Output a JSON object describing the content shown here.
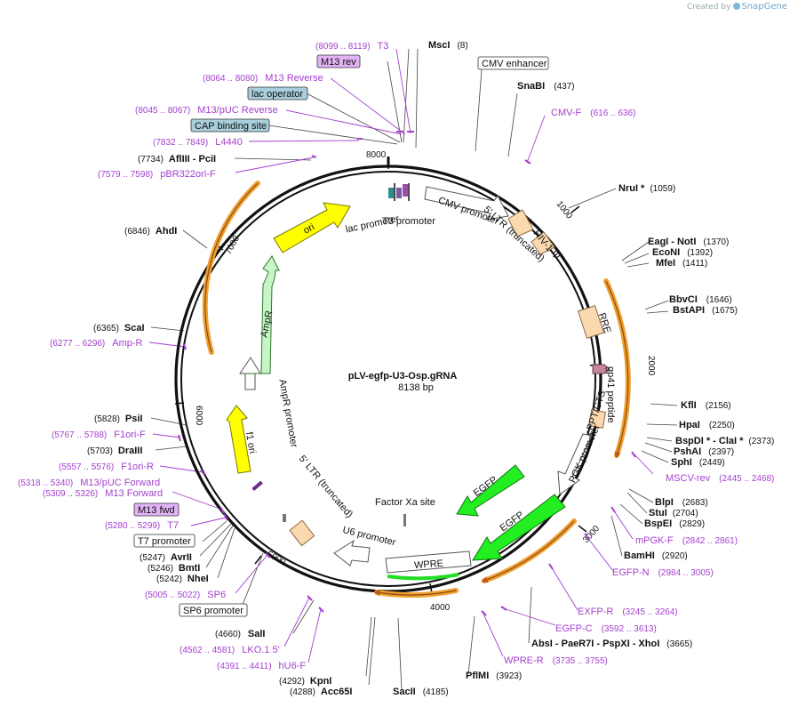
{
  "header": {
    "created_by": "Created by",
    "product": "SnapGene"
  },
  "plasmid": {
    "name": "pLV-egfp-U3-Osp.gRNA",
    "size_label": "8138 bp",
    "length": 8138
  },
  "ticks": [
    "1000",
    "2000",
    "3000",
    "4000",
    "5000",
    "6000",
    "7000",
    "8000"
  ],
  "sites": [
    {
      "name": "MscI",
      "pos": "(8)"
    },
    {
      "name": "SnaBI",
      "pos": "(437)"
    },
    {
      "name": "NruI *",
      "pos": "(1059)"
    },
    {
      "name": "EagI - NotI",
      "pos": "(1370)"
    },
    {
      "name": "EcoNI",
      "pos": "(1392)"
    },
    {
      "name": "MfeI",
      "pos": "(1411)"
    },
    {
      "name": "BbvCI",
      "pos": "(1646)"
    },
    {
      "name": "BstAPI",
      "pos": "(1675)"
    },
    {
      "name": "KflI",
      "pos": "(2156)"
    },
    {
      "name": "HpaI",
      "pos": "(2250)"
    },
    {
      "name": "BspDI * - ClaI *",
      "pos": "(2373)"
    },
    {
      "name": "PshAI",
      "pos": "(2397)"
    },
    {
      "name": "SphI",
      "pos": "(2449)"
    },
    {
      "name": "BlpI",
      "pos": "(2683)"
    },
    {
      "name": "StuI",
      "pos": "(2704)"
    },
    {
      "name": "BspEI",
      "pos": "(2829)"
    },
    {
      "name": "BamHI",
      "pos": "(2920)"
    },
    {
      "name": "AbsI - PaeR7I - PspXI - XhoI",
      "pos": "(3665)"
    },
    {
      "name": "PflMI",
      "pos": "(3923)"
    },
    {
      "name": "SacII",
      "pos": "(4185)"
    },
    {
      "name": "Acc65I",
      "pos": "(4288)"
    },
    {
      "name": "KpnI",
      "pos": "(4292)"
    },
    {
      "name": "SalI",
      "pos": "(4660)"
    },
    {
      "name": "NheI",
      "pos": "(5242)"
    },
    {
      "name": "BmtI",
      "pos": "(5246)"
    },
    {
      "name": "AvrII",
      "pos": "(5247)"
    },
    {
      "name": "DraIII",
      "pos": "(5703)"
    },
    {
      "name": "PsiI",
      "pos": "(5828)"
    },
    {
      "name": "ScaI",
      "pos": "(6365)"
    },
    {
      "name": "AhdI",
      "pos": "(6846)"
    },
    {
      "name": "AflIII - PciI",
      "pos": "(7734)"
    }
  ],
  "primers": [
    {
      "name": "T3",
      "pos": "(8099 .. 8119)"
    },
    {
      "name": "M13 Reverse",
      "pos": "(8064 .. 8080)"
    },
    {
      "name": "M13/pUC Reverse",
      "pos": "(8045 .. 8067)"
    },
    {
      "name": "L4440",
      "pos": "(7832 .. 7849)"
    },
    {
      "name": "pBR322ori-F",
      "pos": "(7579 .. 7598)"
    },
    {
      "name": "Amp-R",
      "pos": "(6277 .. 6296)"
    },
    {
      "name": "F1ori-F",
      "pos": "(5767 .. 5788)"
    },
    {
      "name": "F1ori-R",
      "pos": "(5557 .. 5576)"
    },
    {
      "name": "M13/pUC Forward",
      "pos": "(5318 .. 5340)"
    },
    {
      "name": "M13 Forward",
      "pos": "(5309 .. 5326)"
    },
    {
      "name": "T7",
      "pos": "(5280 .. 5299)"
    },
    {
      "name": "SP6",
      "pos": "(5005 .. 5022)"
    },
    {
      "name": "LKO.1 5'",
      "pos": "(4562 .. 4581)"
    },
    {
      "name": "hU6-F",
      "pos": "(4391 .. 4411)"
    },
    {
      "name": "CMV-F",
      "pos": "(616 .. 636)"
    },
    {
      "name": "MSCV-rev",
      "pos": "(2445 .. 2468)"
    },
    {
      "name": "mPGK-F",
      "pos": "(2842 .. 2861)"
    },
    {
      "name": "EGFP-N",
      "pos": "(2984 .. 3005)"
    },
    {
      "name": "EXFP-R",
      "pos": "(3245 .. 3264)"
    },
    {
      "name": "EGFP-C",
      "pos": "(3592 .. 3613)"
    },
    {
      "name": "WPRE-R",
      "pos": "(3735 .. 3755)"
    }
  ],
  "boxes": [
    "M13 rev",
    "lac operator",
    "CAP binding site",
    "CMV enhancer",
    "M13 fwd",
    "T7 promoter",
    "SP6 promoter"
  ],
  "features": [
    "lac promoter",
    "T3 promoter",
    "CMV promoter",
    "5' LTR (truncated)",
    "HIV-1 Ψ",
    "RRE",
    "gp41 peptide",
    "cPPT/CTS",
    "PGK promoter",
    "EGFP",
    "EGFP",
    "Factor Xa site",
    "WPRE",
    "U6 promoter",
    "5' LTR (truncated)",
    "f1 ori",
    "AmpR promoter",
    "AmpR",
    "ori"
  ],
  "colors": {
    "primer": "#a33fcf",
    "backbone": "#111111",
    "ori": "#ffff00",
    "ampr": "#c8f5c8",
    "egfp": "#22ee22",
    "orf_highlight": "#f0a030",
    "ltr": "#fbd9b0",
    "box_blue": "#a9cfdc",
    "box_purple": "#e1b3f5"
  }
}
